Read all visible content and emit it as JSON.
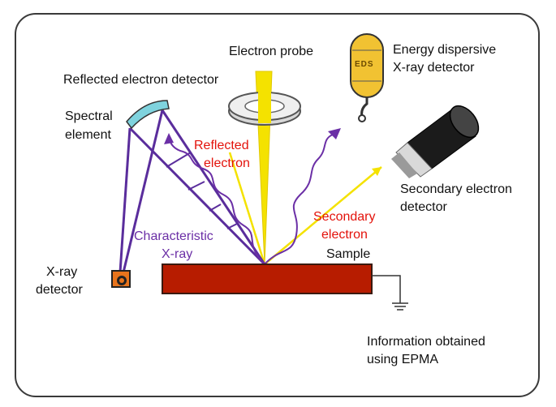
{
  "labels": {
    "electron_probe": "Electron probe",
    "reflected_detector": "Reflected electron detector",
    "energy_dispersive_1": "Energy dispersive",
    "energy_dispersive_2": "X-ray detector",
    "spectral_1": "Spectral",
    "spectral_2": "element",
    "reflected_electron_1": "Reflected",
    "reflected_electron_2": "electron",
    "secondary_detector_1": "Secondary electron",
    "secondary_detector_2": "detector",
    "secondary_electron_1": "Secondary",
    "secondary_electron_2": "electron",
    "characteristic_1": "Characteristic",
    "characteristic_2": "X-ray",
    "sample": "Sample",
    "xray_detector_1": "X-ray",
    "xray_detector_2": "detector",
    "info_1": "Information obtained",
    "info_2": "using EPMA",
    "eds_badge": "EDS"
  },
  "colors": {
    "red_text": "#e3120b",
    "purple": "#6b2fa6",
    "yellow": "#f4e200",
    "sample_fill": "#b71c00"
  }
}
